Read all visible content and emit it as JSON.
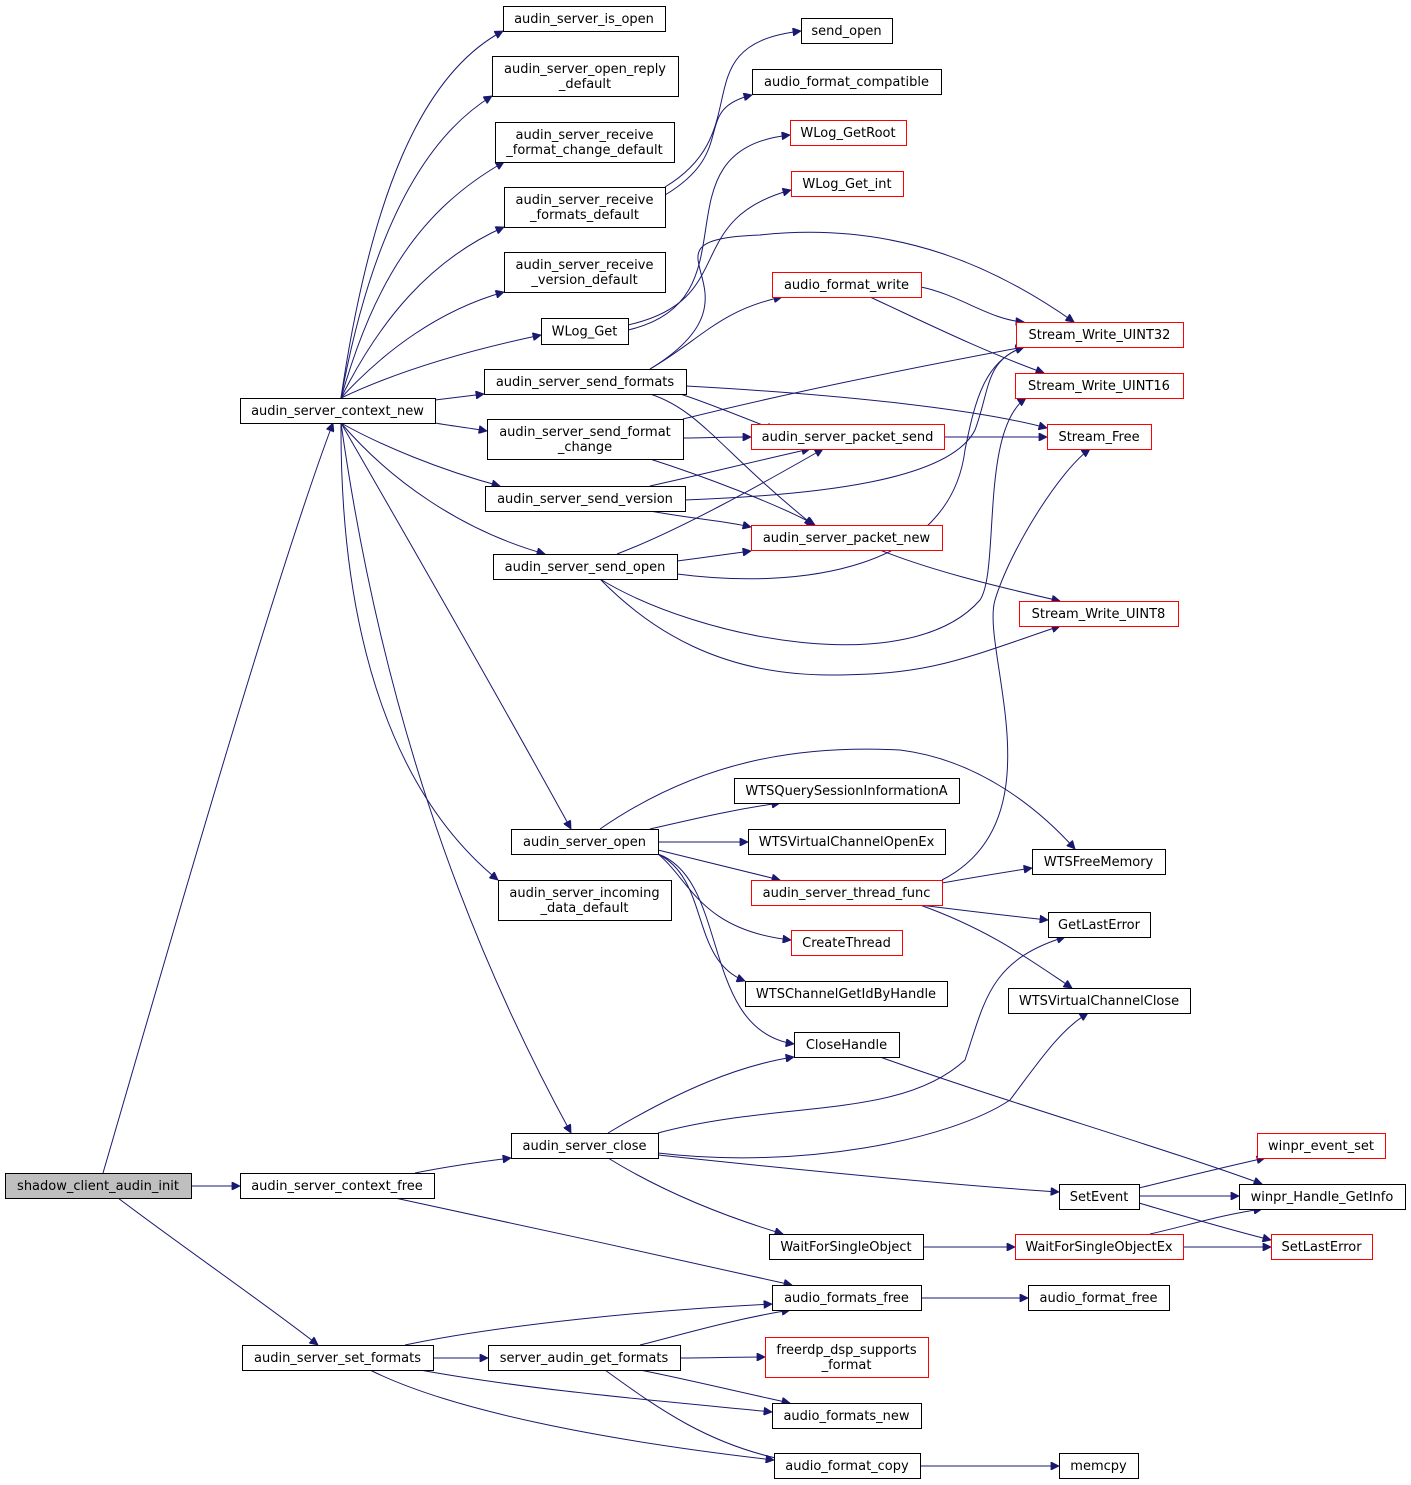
{
  "colors": {
    "edge": "#191970",
    "node_border": "#000000",
    "node_border_red": "#ff0000",
    "root_fill": "#bfbfbf",
    "background": "#ffffff"
  },
  "nodes": [
    {
      "id": "n0",
      "lines": [
        "shadow_client_audin_init"
      ],
      "root": true
    },
    {
      "id": "n1",
      "lines": [
        "audin_server_context_new"
      ]
    },
    {
      "id": "n2",
      "lines": [
        "audin_server_context_free"
      ]
    },
    {
      "id": "n3",
      "lines": [
        "audin_server_set_formats"
      ]
    },
    {
      "id": "n4",
      "lines": [
        "audin_server_is_open"
      ]
    },
    {
      "id": "n5",
      "lines": [
        "audin_server_open_reply",
        "_default"
      ]
    },
    {
      "id": "n6",
      "lines": [
        "audin_server_receive",
        "_format_change_default"
      ]
    },
    {
      "id": "n7",
      "lines": [
        "audin_server_receive",
        "_formats_default"
      ]
    },
    {
      "id": "n8",
      "lines": [
        "audin_server_receive",
        "_version_default"
      ]
    },
    {
      "id": "n9",
      "lines": [
        "WLog_Get"
      ]
    },
    {
      "id": "n10",
      "lines": [
        "audin_server_send_formats"
      ]
    },
    {
      "id": "n11",
      "lines": [
        "audin_server_send_format",
        "_change"
      ]
    },
    {
      "id": "n12",
      "lines": [
        "audin_server_send_version"
      ]
    },
    {
      "id": "n13",
      "lines": [
        "audin_server_send_open"
      ]
    },
    {
      "id": "n14",
      "lines": [
        "audin_server_open"
      ]
    },
    {
      "id": "n15",
      "lines": [
        "audin_server_incoming",
        "_data_default"
      ]
    },
    {
      "id": "n16",
      "lines": [
        "audin_server_close"
      ]
    },
    {
      "id": "n17",
      "lines": [
        "send_open"
      ]
    },
    {
      "id": "n18",
      "lines": [
        "audio_format_compatible"
      ]
    },
    {
      "id": "n19",
      "lines": [
        "WLog_GetRoot"
      ],
      "red": true
    },
    {
      "id": "n20",
      "lines": [
        "WLog_Get_int"
      ],
      "red": true
    },
    {
      "id": "n21",
      "lines": [
        "audio_format_write"
      ],
      "red": true
    },
    {
      "id": "n22",
      "lines": [
        "audin_server_packet_send"
      ],
      "red": true
    },
    {
      "id": "n23",
      "lines": [
        "audin_server_packet_new"
      ],
      "red": true
    },
    {
      "id": "n24",
      "lines": [
        "WTSQuerySessionInformationA"
      ]
    },
    {
      "id": "n25",
      "lines": [
        "WTSVirtualChannelOpenEx"
      ]
    },
    {
      "id": "n26",
      "lines": [
        "audin_server_thread_func"
      ],
      "red": true
    },
    {
      "id": "n27",
      "lines": [
        "CreateThread"
      ],
      "red": true
    },
    {
      "id": "n28",
      "lines": [
        "WTSChannelGetIdByHandle"
      ]
    },
    {
      "id": "n29",
      "lines": [
        "CloseHandle"
      ]
    },
    {
      "id": "n30",
      "lines": [
        "WaitForSingleObject"
      ]
    },
    {
      "id": "n31",
      "lines": [
        "audio_formats_free"
      ]
    },
    {
      "id": "n32",
      "lines": [
        "server_audin_get_formats"
      ]
    },
    {
      "id": "n33",
      "lines": [
        "freerdp_dsp_supports",
        "_format"
      ],
      "red": true
    },
    {
      "id": "n34",
      "lines": [
        "audio_formats_new"
      ]
    },
    {
      "id": "n35",
      "lines": [
        "audio_format_copy"
      ]
    },
    {
      "id": "n36",
      "lines": [
        "Stream_Write_UINT32"
      ],
      "red": true
    },
    {
      "id": "n37",
      "lines": [
        "Stream_Write_UINT16"
      ],
      "red": true
    },
    {
      "id": "n38",
      "lines": [
        "Stream_Free"
      ],
      "red": true
    },
    {
      "id": "n39",
      "lines": [
        "Stream_Write_UINT8"
      ],
      "red": true
    },
    {
      "id": "n40",
      "lines": [
        "WTSFreeMemory"
      ]
    },
    {
      "id": "n41",
      "lines": [
        "GetLastError"
      ]
    },
    {
      "id": "n42",
      "lines": [
        "WTSVirtualChannelClose"
      ]
    },
    {
      "id": "n43",
      "lines": [
        "SetEvent"
      ]
    },
    {
      "id": "n44",
      "lines": [
        "WaitForSingleObjectEx"
      ],
      "red": true
    },
    {
      "id": "n45",
      "lines": [
        "audio_format_free"
      ]
    },
    {
      "id": "n46",
      "lines": [
        "memcpy"
      ]
    },
    {
      "id": "n47",
      "lines": [
        "winpr_event_set"
      ],
      "red": true
    },
    {
      "id": "n48",
      "lines": [
        "winpr_Handle_GetInfo"
      ]
    },
    {
      "id": "n49",
      "lines": [
        "SetLastError"
      ],
      "red": true
    }
  ],
  "edges": [
    [
      "n0",
      "n1"
    ],
    [
      "n0",
      "n2"
    ],
    [
      "n0",
      "n3"
    ],
    [
      "n1",
      "n4"
    ],
    [
      "n1",
      "n5"
    ],
    [
      "n1",
      "n6"
    ],
    [
      "n1",
      "n7"
    ],
    [
      "n1",
      "n8"
    ],
    [
      "n1",
      "n9"
    ],
    [
      "n1",
      "n10"
    ],
    [
      "n1",
      "n11"
    ],
    [
      "n1",
      "n12"
    ],
    [
      "n1",
      "n13"
    ],
    [
      "n1",
      "n14"
    ],
    [
      "n1",
      "n15"
    ],
    [
      "n1",
      "n16"
    ],
    [
      "n7",
      "n17"
    ],
    [
      "n7",
      "n18"
    ],
    [
      "n9",
      "n19"
    ],
    [
      "n9",
      "n20"
    ],
    [
      "n10",
      "n21"
    ],
    [
      "n10",
      "n36"
    ],
    [
      "n10",
      "n22"
    ],
    [
      "n10",
      "n23"
    ],
    [
      "n10",
      "n38"
    ],
    [
      "n11",
      "n36"
    ],
    [
      "n11",
      "n22"
    ],
    [
      "n11",
      "n23"
    ],
    [
      "n12",
      "n22"
    ],
    [
      "n12",
      "n23"
    ],
    [
      "n12",
      "n36"
    ],
    [
      "n13",
      "n22"
    ],
    [
      "n13",
      "n23"
    ],
    [
      "n13",
      "n36"
    ],
    [
      "n13",
      "n37"
    ],
    [
      "n13",
      "n39"
    ],
    [
      "n21",
      "n36"
    ],
    [
      "n21",
      "n37"
    ],
    [
      "n22",
      "n38"
    ],
    [
      "n23",
      "n39"
    ],
    [
      "n14",
      "n40"
    ],
    [
      "n14",
      "n24"
    ],
    [
      "n14",
      "n25"
    ],
    [
      "n14",
      "n26"
    ],
    [
      "n14",
      "n27"
    ],
    [
      "n14",
      "n28"
    ],
    [
      "n14",
      "n29"
    ],
    [
      "n26",
      "n40"
    ],
    [
      "n26",
      "n38"
    ],
    [
      "n26",
      "n41"
    ],
    [
      "n26",
      "n42"
    ],
    [
      "n16",
      "n29"
    ],
    [
      "n16",
      "n41"
    ],
    [
      "n16",
      "n42"
    ],
    [
      "n16",
      "n43"
    ],
    [
      "n16",
      "n30"
    ],
    [
      "n29",
      "n48"
    ],
    [
      "n43",
      "n47"
    ],
    [
      "n43",
      "n48"
    ],
    [
      "n43",
      "n49"
    ],
    [
      "n30",
      "n44"
    ],
    [
      "n44",
      "n48"
    ],
    [
      "n44",
      "n49"
    ],
    [
      "n2",
      "n16"
    ],
    [
      "n2",
      "n31"
    ],
    [
      "n3",
      "n32"
    ],
    [
      "n3",
      "n31"
    ],
    [
      "n3",
      "n34"
    ],
    [
      "n3",
      "n35"
    ],
    [
      "n32",
      "n31"
    ],
    [
      "n32",
      "n33"
    ],
    [
      "n32",
      "n34"
    ],
    [
      "n32",
      "n35"
    ],
    [
      "n31",
      "n45"
    ],
    [
      "n35",
      "n46"
    ]
  ]
}
